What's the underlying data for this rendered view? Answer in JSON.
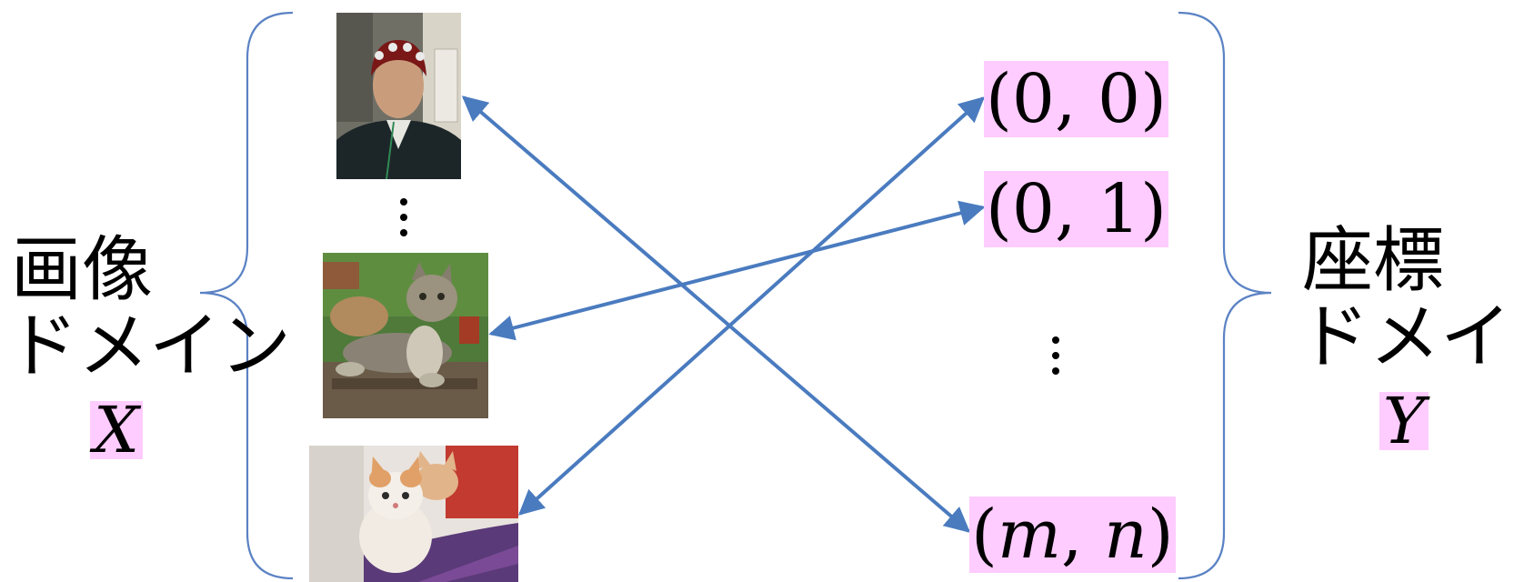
{
  "left_domain": {
    "line1": "画像",
    "line2": "ドメイン",
    "variable": "X"
  },
  "right_domain": {
    "line1": "座標",
    "line2": "ドメイン",
    "variable": "Y"
  },
  "images": [
    {
      "name": "person-photo",
      "icon": "person-with-eeg-cap"
    },
    {
      "name": "cat-photo",
      "icon": "tabby-cat-lying"
    },
    {
      "name": "kittens-photo",
      "icon": "two-kittens"
    }
  ],
  "coordinates": {
    "c00": "(0, 0)",
    "c01": "(0, 1)",
    "cmn_open": "(",
    "cmn_m": "m",
    "cmn_sep": ", ",
    "cmn_n": "n",
    "cmn_close": ")"
  },
  "colors": {
    "arrow": "#4a7bbf",
    "bracket": "#5b82c4",
    "highlight": "#ffccff"
  }
}
